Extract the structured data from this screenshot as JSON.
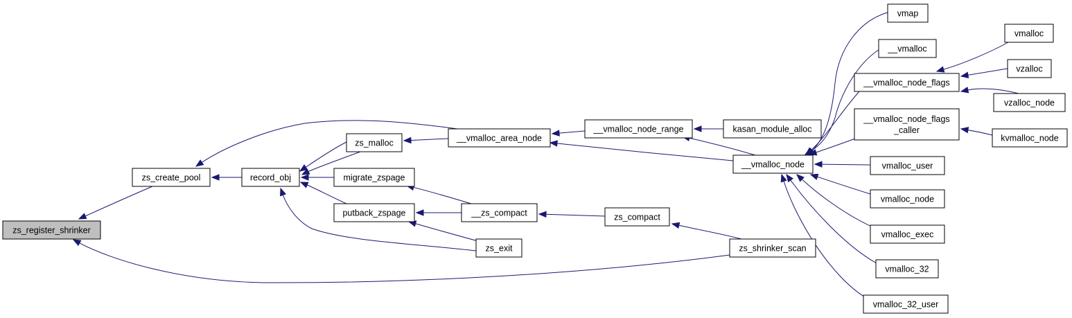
{
  "diagram": {
    "root": "zs_register_shrinker",
    "nodes": {
      "zs_register_shrinker": [
        "zs_register_shrinker"
      ],
      "zs_create_pool": [
        "zs_create_pool"
      ],
      "record_obj": [
        "record_obj"
      ],
      "zs_malloc": [
        "zs_malloc"
      ],
      "migrate_zspage": [
        "migrate_zspage"
      ],
      "putback_zspage": [
        "putback_zspage"
      ],
      "zs_exit": [
        "zs_exit"
      ],
      "__zs_compact": [
        "__zs_compact"
      ],
      "__vmalloc_area_node": [
        "__vmalloc_area_node"
      ],
      "__vmalloc_node_range": [
        "__vmalloc_node_range"
      ],
      "kasan_module_alloc": [
        "kasan_module_alloc"
      ],
      "zs_compact": [
        "zs_compact"
      ],
      "zs_shrinker_scan": [
        "zs_shrinker_scan"
      ],
      "__vmalloc_node": [
        "__vmalloc_node"
      ],
      "vmap": [
        "vmap"
      ],
      "__vmalloc": [
        "__vmalloc"
      ],
      "__vmalloc_node_flags": [
        "__vmalloc_node_flags"
      ],
      "__vmalloc_node_flags_caller": [
        "__vmalloc_node_flags",
        "_caller"
      ],
      "vmalloc_user": [
        "vmalloc_user"
      ],
      "vmalloc_node": [
        "vmalloc_node"
      ],
      "vmalloc_exec": [
        "vmalloc_exec"
      ],
      "vmalloc_32": [
        "vmalloc_32"
      ],
      "vmalloc_32_user": [
        "vmalloc_32_user"
      ],
      "vmalloc": [
        "vmalloc"
      ],
      "vzalloc": [
        "vzalloc"
      ],
      "vzalloc_node": [
        "vzalloc_node"
      ],
      "kvmalloc_node": [
        "kvmalloc_node"
      ]
    },
    "edges": [
      [
        "zs_create_pool",
        "zs_register_shrinker"
      ],
      [
        "zs_shrinker_scan",
        "zs_register_shrinker"
      ],
      [
        "__vmalloc_area_node",
        "zs_create_pool"
      ],
      [
        "record_obj",
        "zs_create_pool"
      ],
      [
        "zs_malloc",
        "record_obj"
      ],
      [
        "migrate_zspage",
        "record_obj"
      ],
      [
        "putback_zspage",
        "record_obj"
      ],
      [
        "zs_exit",
        "record_obj"
      ],
      [
        "__vmalloc_area_node",
        "zs_malloc"
      ],
      [
        "zs_exit",
        "zs_malloc"
      ],
      [
        "__zs_compact",
        "migrate_zspage"
      ],
      [
        "__zs_compact",
        "putback_zspage"
      ],
      [
        "zs_exit",
        "putback_zspage"
      ],
      [
        "zs_compact",
        "__zs_compact"
      ],
      [
        "__vmalloc_node_range",
        "__vmalloc_area_node"
      ],
      [
        "__vmalloc_node",
        "__vmalloc_area_node"
      ],
      [
        "kasan_module_alloc",
        "__vmalloc_node_range"
      ],
      [
        "__vmalloc_node",
        "__vmalloc_node_range"
      ],
      [
        "zs_shrinker_scan",
        "zs_compact"
      ],
      [
        "vmap",
        "__vmalloc_node"
      ],
      [
        "__vmalloc",
        "__vmalloc_node"
      ],
      [
        "__vmalloc_node_flags",
        "__vmalloc_node"
      ],
      [
        "__vmalloc_node_flags_caller",
        "__vmalloc_node"
      ],
      [
        "vmalloc_user",
        "__vmalloc_node"
      ],
      [
        "vmalloc_node",
        "__vmalloc_node"
      ],
      [
        "vmalloc_exec",
        "__vmalloc_node"
      ],
      [
        "vmalloc_32",
        "__vmalloc_node"
      ],
      [
        "vmalloc_32_user",
        "__vmalloc_node"
      ],
      [
        "vmalloc",
        "__vmalloc_node_flags"
      ],
      [
        "vzalloc",
        "__vmalloc_node_flags"
      ],
      [
        "vzalloc_node",
        "__vmalloc_node_flags"
      ],
      [
        "kvmalloc_node",
        "__vmalloc_node_flags_caller"
      ]
    ]
  }
}
